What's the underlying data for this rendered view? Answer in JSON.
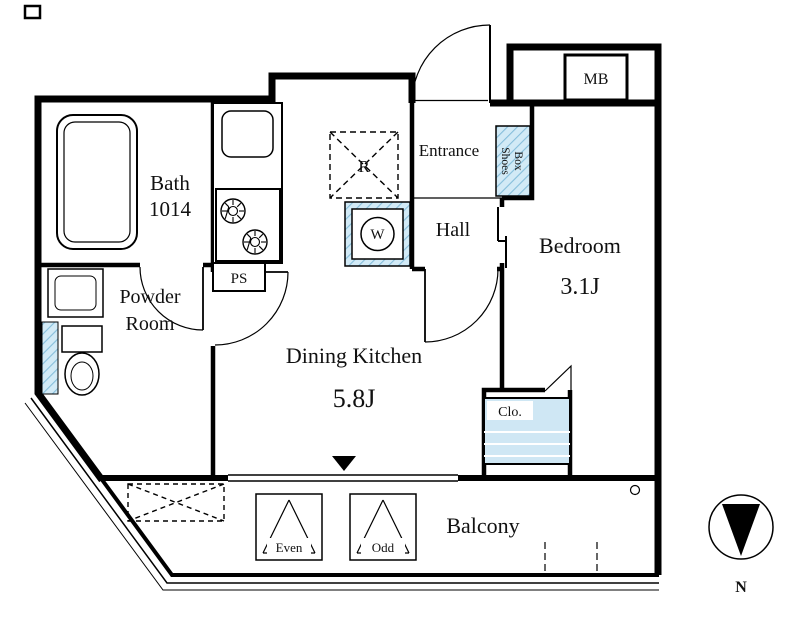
{
  "rooms": {
    "bath_name": "Bath",
    "bath_size": "1014",
    "powder_line1": "Powder",
    "powder_line2": "Room",
    "dk_name": "Dining Kitchen",
    "dk_size": "5.8J",
    "bedroom_name": "Bedroom",
    "bedroom_size": "3.1J",
    "hall": "Hall",
    "entrance": "Entrance",
    "balcony": "Balcony"
  },
  "fixtures": {
    "mb": "MB",
    "ps": "PS",
    "fridge": "R",
    "washer": "W",
    "shoes_line1": "Shoes",
    "shoes_line2": "Box",
    "closet": "Clo.",
    "pole_even": "Even",
    "pole_odd": "Odd"
  },
  "compass": {
    "north": "N"
  },
  "colors": {
    "wall": "#000000",
    "background": "#ffffff",
    "fixture_blue": "#d2eaf6",
    "hatch_blue": "#86bedb"
  }
}
